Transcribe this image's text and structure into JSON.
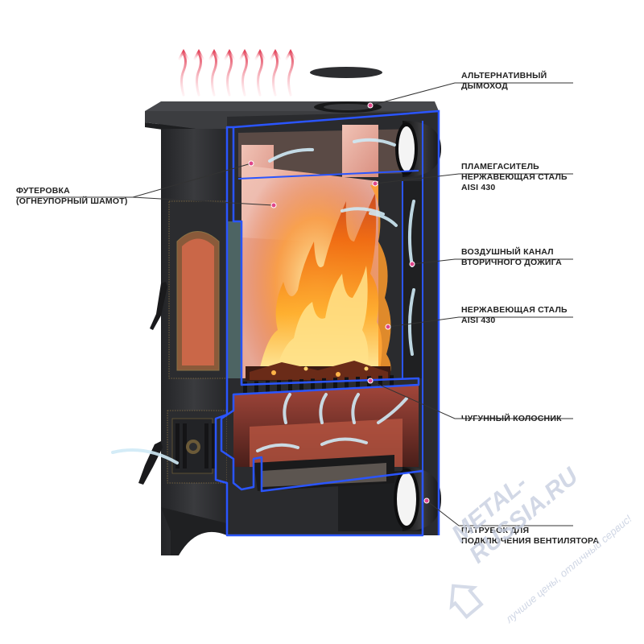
{
  "labels": {
    "chimney": {
      "line1": "АЛЬТЕРНАТИВНЫЙ",
      "line2": "ДЫМОХОД"
    },
    "flame_arrester": {
      "line1": "ПЛАМЕГАСИТЕЛЬ",
      "line2": "НЕРЖАВЕЮЩАЯ СТАЛЬ",
      "line3": "AISI 430"
    },
    "air_channel": {
      "line1": "ВОЗДУШНЫЙ КАНАЛ",
      "line2": "ВТОРИЧНОГО ДОЖИГА"
    },
    "stainless": {
      "line1": "НЕРЖАВЕЮЩАЯ СТАЛЬ",
      "line2": "AISI 430"
    },
    "grate": {
      "line1": "ЧУГУННЫЙ КОЛОСНИК"
    },
    "fan_pipe": {
      "line1": "ПАТРУБОК ДЛЯ",
      "line2": "ПОДКЛЮЧЕНИЯ ВЕНТИЛЯТОРА"
    },
    "lining": {
      "line1": "ФУТЕРОВКА",
      "line2": "(ОГНЕУПОРНЫЙ ШАМОТ)"
    }
  },
  "watermark": {
    "brand": "METAL-RUSSIA.RU",
    "slogan": "лучшие цены, отличный сервис!"
  },
  "colors": {
    "stove_body": "#2f3033",
    "stove_top": "#3b3c3f",
    "cutaway_outline": "#2a55ff",
    "firebrick": "#e9b3a6",
    "flame": "#ff8a1c",
    "leader_line": "#333333",
    "label_dot": "#e0468a",
    "heat_arrows": "#e55b6a",
    "air_arrows": "#bfe3f3",
    "watermark": "#c7cfe0"
  }
}
